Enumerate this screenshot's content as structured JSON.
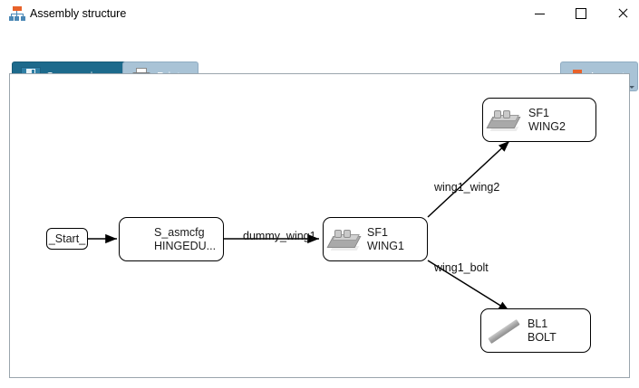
{
  "window": {
    "title": "Assembly structure",
    "icon": "org-chart-icon",
    "controls": {
      "minimize": "—",
      "maximize": "□",
      "close": "✕"
    }
  },
  "toolbar": {
    "save_label": "Save as image...",
    "print_label": "Print...",
    "layout_label": "Layout",
    "save_icon": "floppy-disk-icon",
    "print_icon": "printer-icon",
    "layout_icon": "org-chart-icon",
    "save_bg": "#1d6a8c",
    "print_bg": "#a9c3d6",
    "layout_bg": "#a9c3d6"
  },
  "graph": {
    "nodes": [
      {
        "id": "start",
        "line1": "_Start_",
        "line2": "",
        "icon": "none",
        "shape": "pill"
      },
      {
        "id": "asmcfg",
        "line1": "S_asmcfg",
        "line2": "HINGEDU...",
        "icon": "none",
        "shape": "rounded"
      },
      {
        "id": "wing1",
        "line1": "SF1",
        "line2": "WING1",
        "icon": "surface-icon",
        "shape": "rounded"
      },
      {
        "id": "wing2",
        "line1": "SF1",
        "line2": "WING2",
        "icon": "surface-icon",
        "shape": "rounded"
      },
      {
        "id": "bolt",
        "line1": "BL1",
        "line2": "BOLT",
        "icon": "bolt-icon",
        "shape": "rounded"
      }
    ],
    "edges": [
      {
        "from": "start",
        "to": "asmcfg",
        "label": ""
      },
      {
        "from": "asmcfg",
        "to": "wing1",
        "label": "dummy_wing1"
      },
      {
        "from": "wing1",
        "to": "wing2",
        "label": "wing1_wing2"
      },
      {
        "from": "wing1",
        "to": "bolt",
        "label": "wing1_bolt"
      }
    ]
  }
}
